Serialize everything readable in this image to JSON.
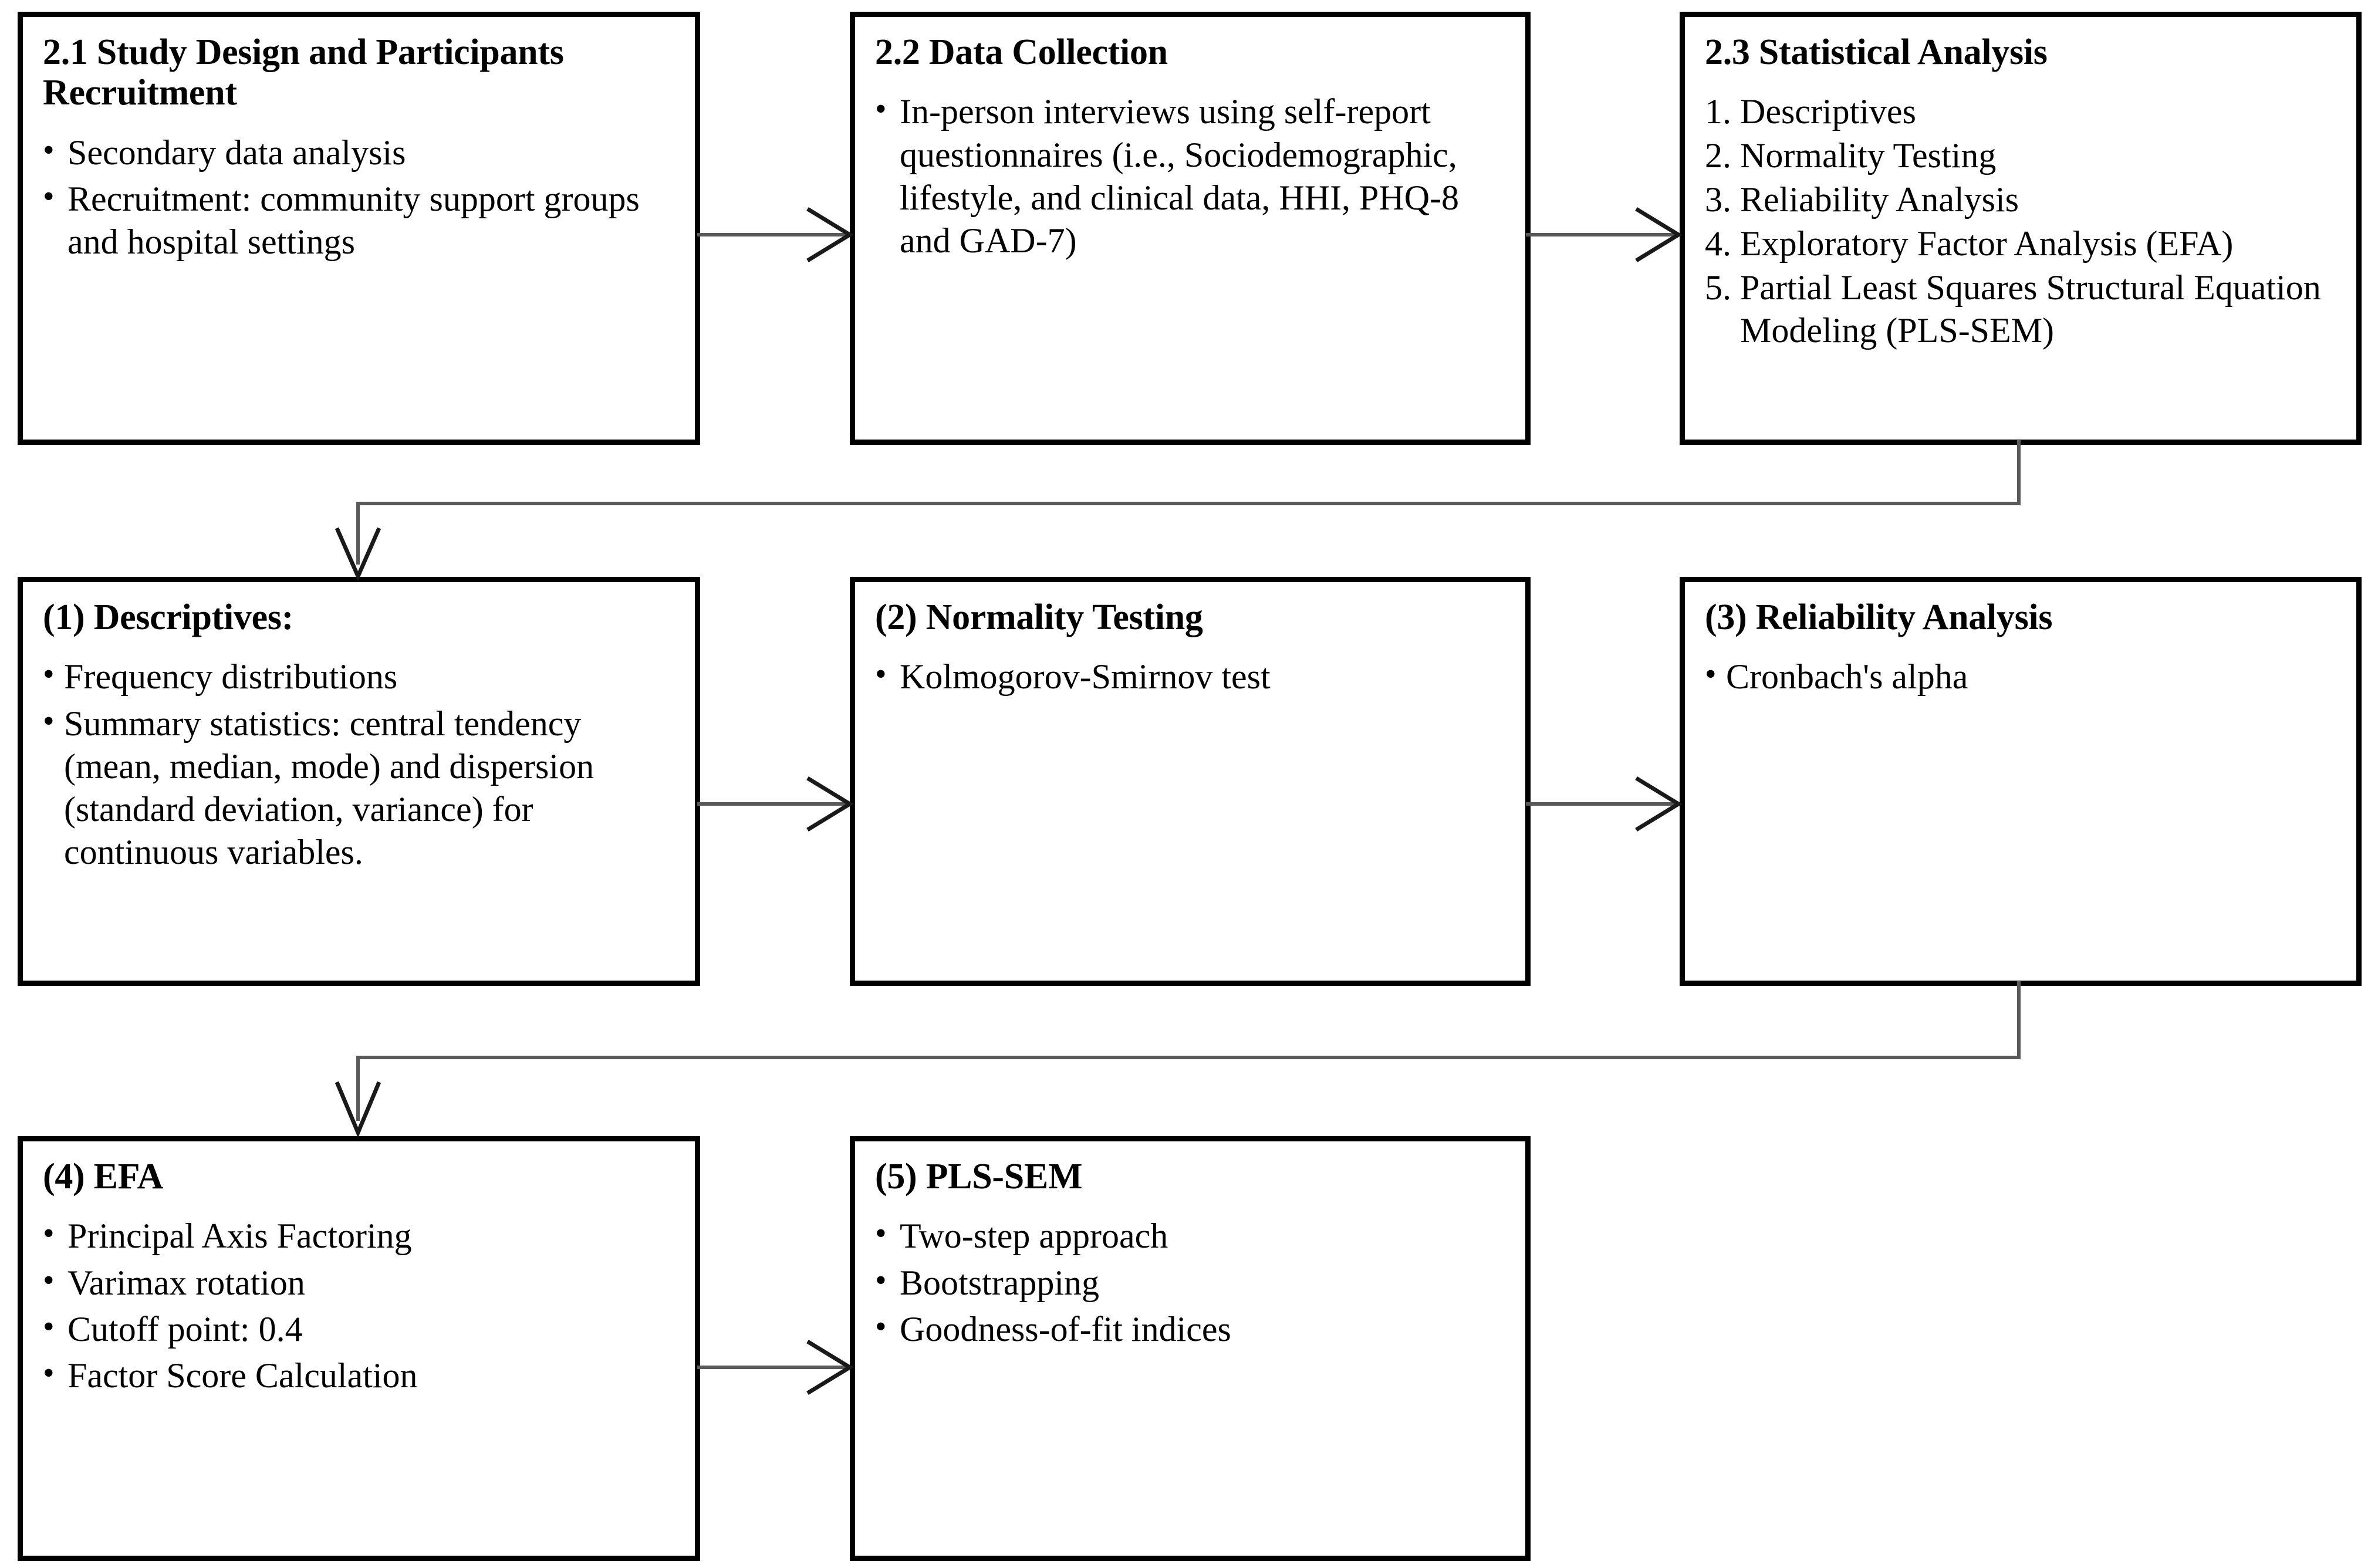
{
  "diagram": {
    "title": "Study methodology flowchart",
    "accent_color": "#000000",
    "line_color": "#595959",
    "arrowhead_color": "#1a1a1a",
    "background_color": "#ffffff",
    "bullet_glyph": "•"
  },
  "boxes": {
    "study_design": {
      "id": "2.1",
      "title": "2.1 Study Design and Participants Recruitment",
      "items": [
        "Secondary data analysis",
        "Recruitment: community support groups and hospital settings"
      ]
    },
    "data_collection": {
      "id": "2.2",
      "title": "2.2 Data Collection",
      "items": [
        "In-person interviews using self-report questionnaires (i.e., Sociodemographic, lifestyle, and clinical data, HHI, PHQ-8 and GAD-7)"
      ]
    },
    "statistical_analysis": {
      "id": "2.3",
      "title": "2.3 Statistical Analysis",
      "numbered_items": [
        {
          "number": "1.",
          "text": "Descriptives"
        },
        {
          "number": "2.",
          "text": "Normality Testing"
        },
        {
          "number": "3.",
          "text": "Reliability Analysis"
        },
        {
          "number": "4.",
          "text": "Exploratory Factor Analysis (EFA)"
        },
        {
          "number": "5.",
          "text": "Partial Least Squares Structural Equation Modeling (PLS-SEM)"
        }
      ]
    },
    "descriptives": {
      "id": "(1)",
      "title": "(1) Descriptives:",
      "items": [
        "Frequency distributions",
        "Summary statistics: central tendency (mean, median, mode) and dispersion (standard deviation, variance) for continuous variables."
      ]
    },
    "normality_testing": {
      "id": "(2)",
      "title": "(2) Normality Testing",
      "items": [
        "Kolmogorov-Smirnov test"
      ]
    },
    "reliability_analysis": {
      "id": "(3)",
      "title": "(3) Reliability  Analysis",
      "items": [
        "Cronbach's alpha"
      ]
    },
    "efa": {
      "id": "(4)",
      "title": "(4) EFA",
      "items": [
        "Principal Axis Factoring",
        "Varimax rotation",
        "Cutoff point: 0.4",
        "Factor Score Calculation"
      ]
    },
    "pls_sem": {
      "id": "(5)",
      "title": "(5) PLS-SEM",
      "items": [
        "Two-step approach",
        "Bootstrapping",
        "Goodness-of-fit indices"
      ]
    }
  },
  "connectors": [
    {
      "name": "study-design-to-data-collection",
      "from": "2.1",
      "to": "2.2",
      "direction": "right"
    },
    {
      "name": "data-collection-to-statistical-analysis",
      "from": "2.2",
      "to": "2.3",
      "direction": "right"
    },
    {
      "name": "statistical-analysis-to-descriptives",
      "from": "2.3",
      "to": "(1)",
      "direction": "down-left"
    },
    {
      "name": "descriptives-to-normality-testing",
      "from": "(1)",
      "to": "(2)",
      "direction": "right"
    },
    {
      "name": "normality-testing-to-reliability-analysis",
      "from": "(2)",
      "to": "(3)",
      "direction": "right"
    },
    {
      "name": "reliability-analysis-to-efa",
      "from": "(3)",
      "to": "(4)",
      "direction": "down-left"
    },
    {
      "name": "efa-to-pls-sem",
      "from": "(4)",
      "to": "(5)",
      "direction": "right"
    }
  ]
}
